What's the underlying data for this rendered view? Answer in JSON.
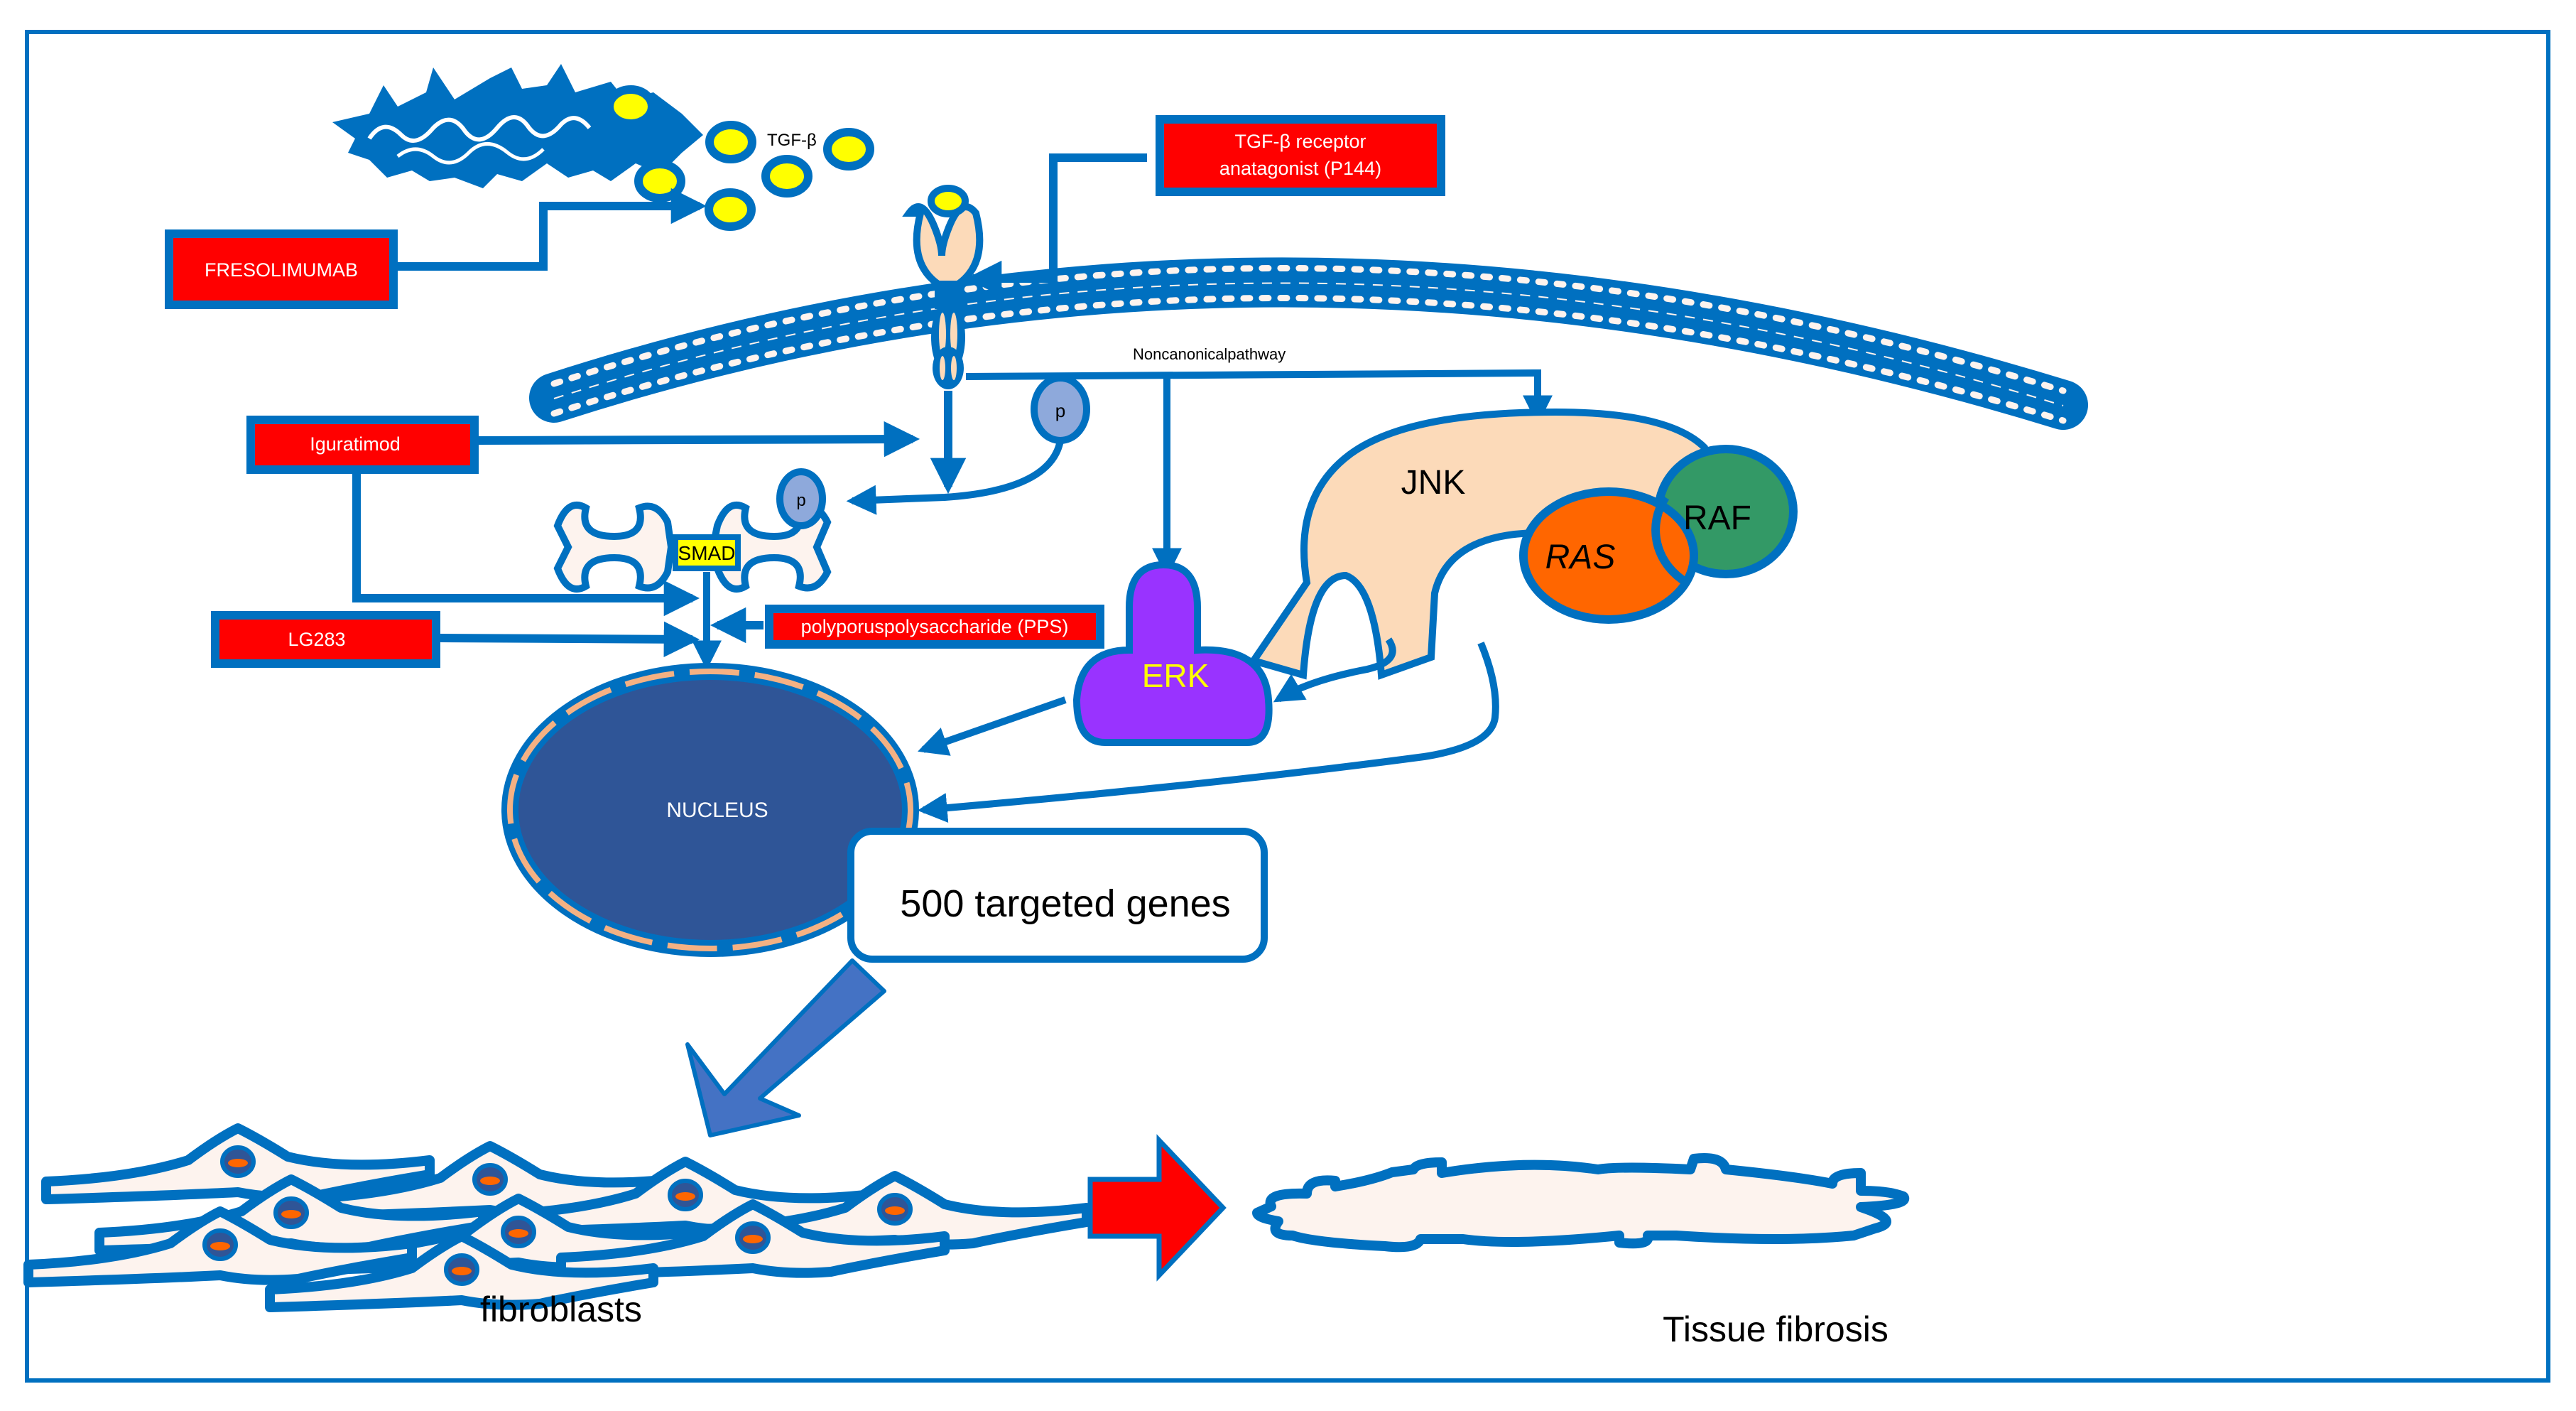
{
  "colors": {
    "stroke_blue": "#0070C0",
    "drug_red": "#FF0000",
    "ligand_yellow": "#FFFF00",
    "peach": "#FCDAB9",
    "erk_purple": "#9933FF",
    "ras_orange": "#FF6600",
    "raf_green": "#339966",
    "nucleus_fill": "#2F5597",
    "phospho_fill": "#8EA9DB",
    "big_arrow_fill": "#4472C4",
    "cell_fill": "#FDF3EE"
  },
  "ligand": {
    "label": "TGF-β"
  },
  "drugs": {
    "fresolimumab": "FRESOLIMUMAB",
    "p144_line1": "TGF-β receptor",
    "p144_line2": "anatagonist (P144)",
    "iguratimod": "Iguratimod",
    "lg283": "LG283",
    "pps": "polyporuspolysaccharide (PPS)"
  },
  "pathway": {
    "noncanonical_label": "Noncanonicalpathway",
    "phospho_label": "p",
    "smad_label": "SMAD",
    "erk_label": "ERK",
    "jnk_label": "JNK",
    "ras_label": "RAS",
    "raf_label": "RAF",
    "nucleus_label": "NUCLEUS",
    "genes_label": "500 targeted genes"
  },
  "outcomes": {
    "fibroblasts_label": "fibroblasts",
    "tissue_fibrosis_label": "Tissue fibrosis"
  }
}
